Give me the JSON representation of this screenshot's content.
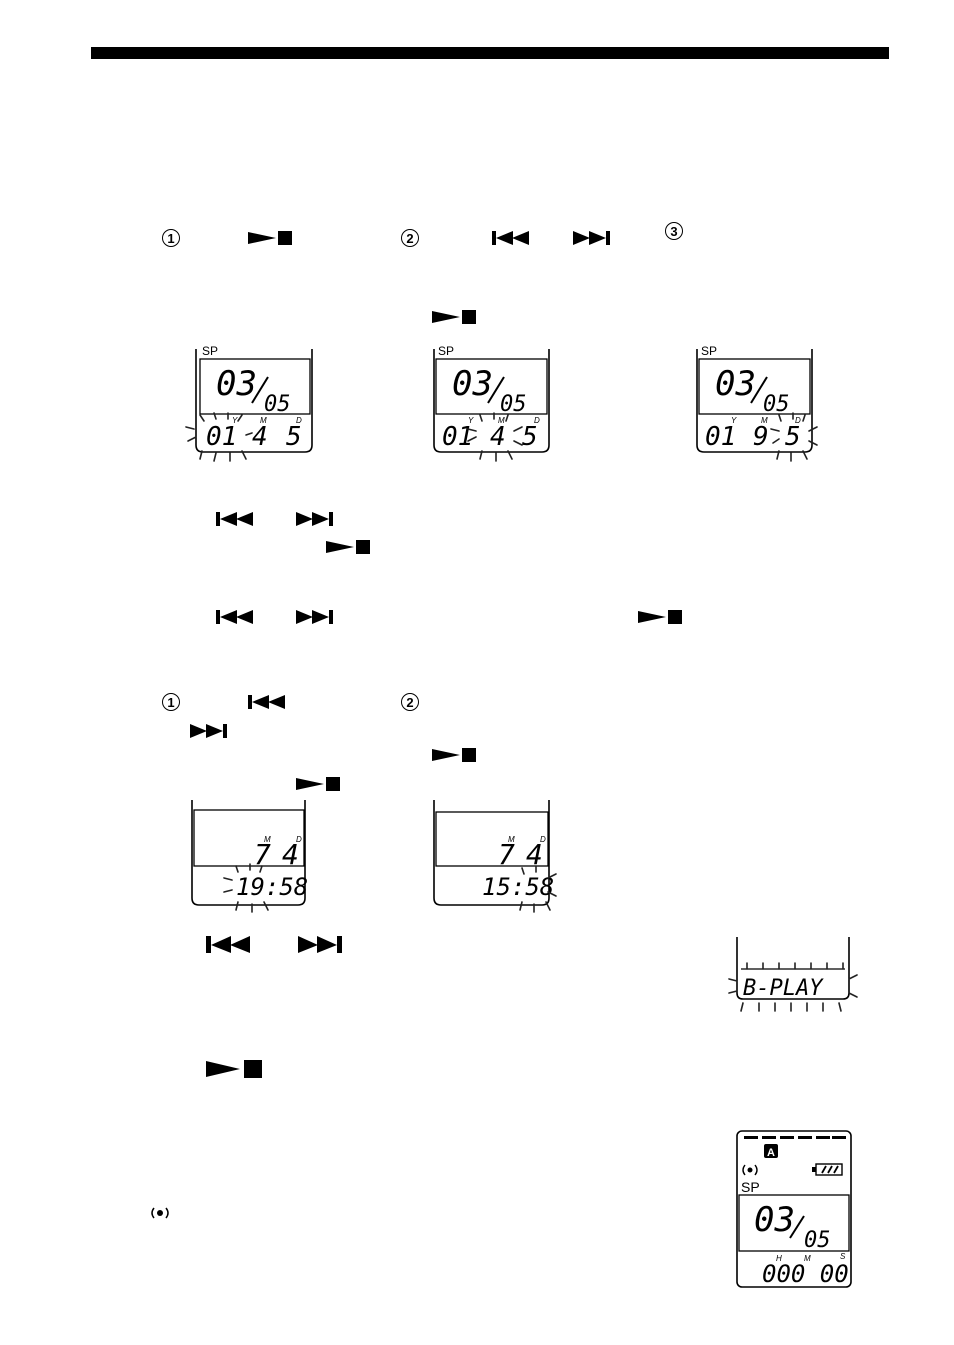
{
  "icons": {
    "play_stop": "play-stop-icon",
    "prev": "rewind-icon",
    "next": "fast-forward-icon",
    "signal": "signal-icon",
    "battery": "battery-icon",
    "a_folder": "folder-a-icon"
  },
  "step_numbers": {
    "one": "1",
    "two": "2",
    "three": "3"
  },
  "displays": {
    "date_sp_label": "SP",
    "date_big": "03",
    "date_small": "05",
    "y_label": "Y",
    "m_label": "M",
    "d_label": "D",
    "h_label": "H",
    "s_label": "S",
    "date_year": "01",
    "date_month": "4",
    "date_day": "5",
    "date_month_alt": "9",
    "time_month": "7",
    "time_day": "4",
    "time_value_1": "19:58",
    "time_value_2": "15:58",
    "bplay_text": "B-PLAY",
    "folder_letter": "A",
    "counter_value": "000 00"
  }
}
